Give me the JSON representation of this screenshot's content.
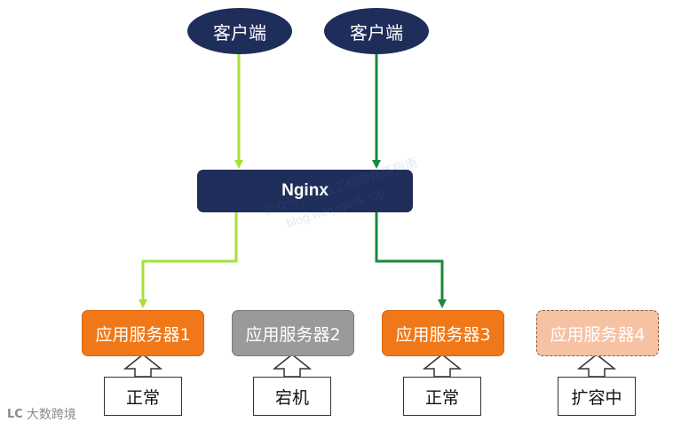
{
  "clients": [
    "客户端",
    "客户端"
  ],
  "nginx_label": "Nginx",
  "servers": [
    {
      "label": "应用服务器1",
      "state": "正常"
    },
    {
      "label": "应用服务器2",
      "state": "宕机"
    },
    {
      "label": "应用服务器3",
      "state": "正常"
    },
    {
      "label": "应用服务器4",
      "state": "扩容中"
    }
  ],
  "colors": {
    "navy": "#1f2d5a",
    "orange": "#f07818",
    "gray": "#9a9a9a",
    "faded_orange": "#f7c2a3",
    "wire_light_green": "#a6e03a",
    "wire_dark_green": "#1a8a3a"
  },
  "watermark": [
    "公众号：全栈工程师修炼指南",
    "blog.weiyigeek.top"
  ],
  "brand": {
    "logo": "LC",
    "text": "大数跨境"
  }
}
